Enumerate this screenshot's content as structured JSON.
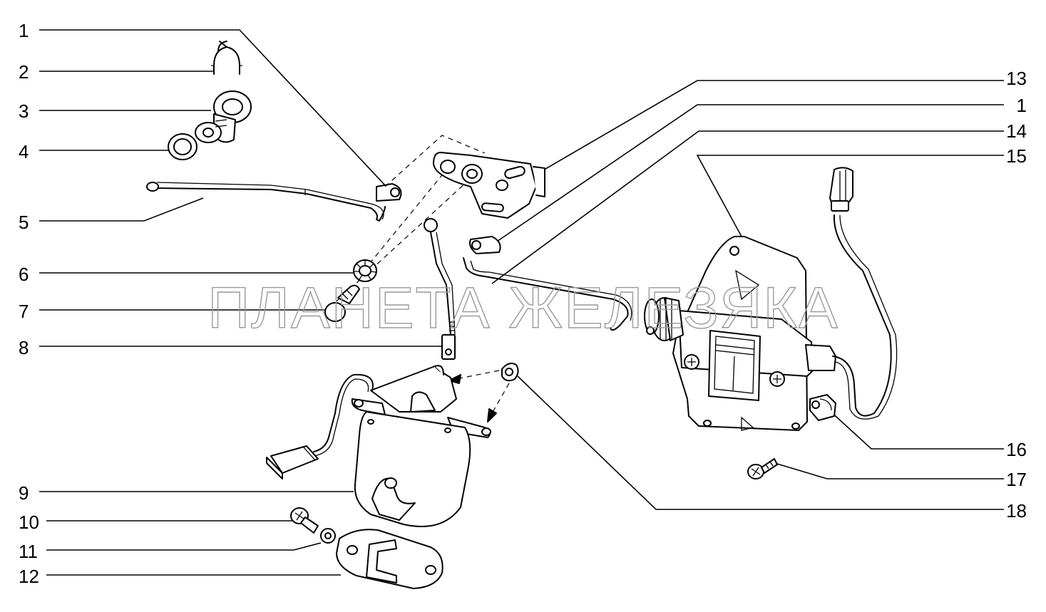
{
  "diagram": {
    "callouts_left": [
      "1",
      "2",
      "3",
      "4",
      "5",
      "6",
      "7",
      "8",
      "9",
      "10",
      "11",
      "12"
    ],
    "callouts_right": [
      "13",
      "1",
      "14",
      "15",
      "16",
      "17",
      "18"
    ]
  },
  "watermark": {
    "text": "ПЛАНЕТА ЖЕЛЕЗЯКА"
  }
}
